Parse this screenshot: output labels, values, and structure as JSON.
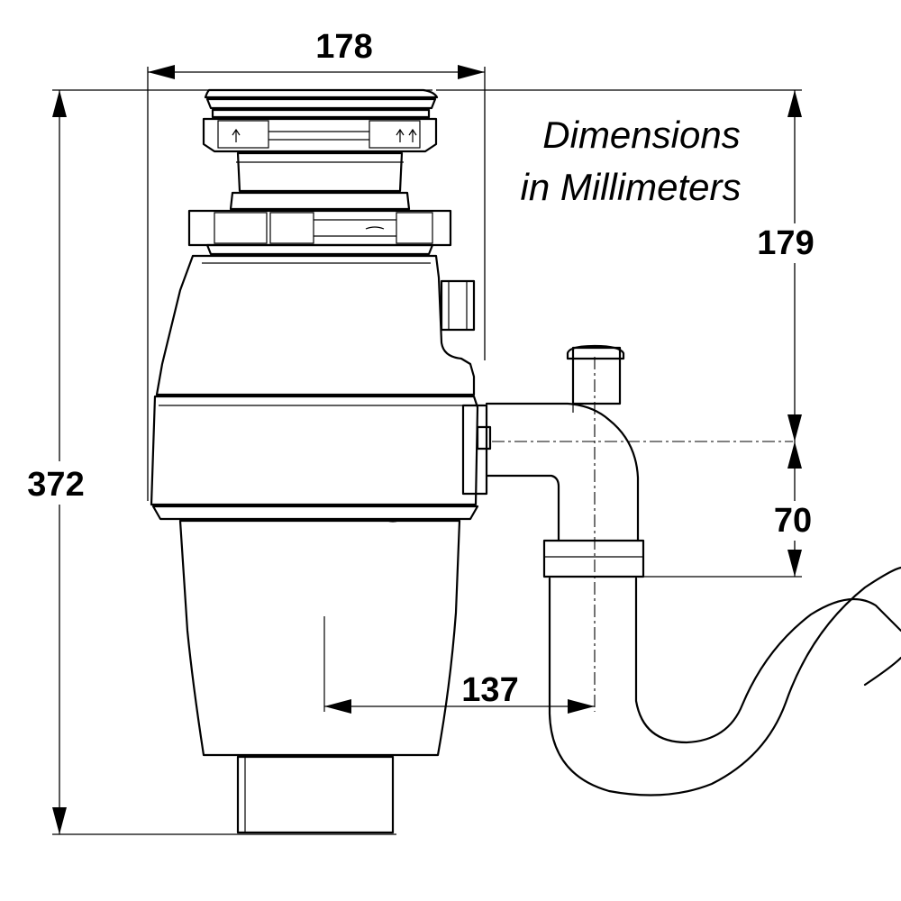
{
  "dimensions": {
    "width_top": "178",
    "total_height": "372",
    "top_to_outlet": "179",
    "outlet_to_tailpiece": "70",
    "center_to_outlet": "137"
  },
  "note": {
    "line1": "Dimensions",
    "line2": "in Millimeters"
  },
  "colors": {
    "line": "#000000",
    "background": "#ffffff"
  }
}
